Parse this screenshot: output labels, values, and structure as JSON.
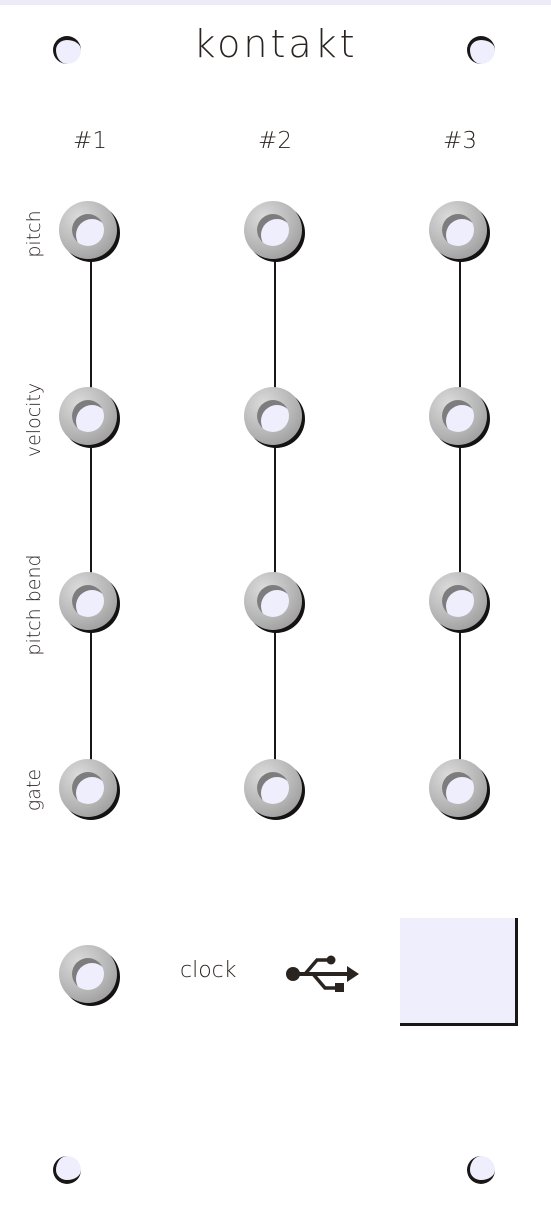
{
  "panel": {
    "title": "kontakt",
    "background": "#ffffff",
    "hole_color": "#eeeefc",
    "ink_color": "#2a2420"
  },
  "columns": [
    {
      "label": "#1"
    },
    {
      "label": "#2"
    },
    {
      "label": "#3"
    }
  ],
  "rows": [
    {
      "label": "pitch"
    },
    {
      "label": "velocity"
    },
    {
      "label": "pitch bend"
    },
    {
      "label": "gate"
    }
  ],
  "clock": {
    "label": "clock"
  },
  "usb": {
    "icon": "usb-icon"
  }
}
